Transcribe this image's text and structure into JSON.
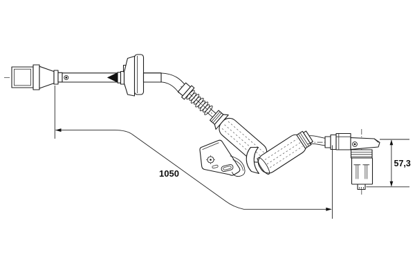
{
  "page": {
    "background_color": "#ffffff",
    "line_color": "#1c1c1c",
    "kind": "technical line drawing of ABS wheel-speed sensor cable assembly"
  },
  "labels": {
    "dim_cable_length": "1050",
    "dim_sensor_height": "57,3"
  },
  "components": {
    "connector": "electrical-connector-plug",
    "grommet": "firewall-grommet",
    "clamp": "cable-clamp-wedge",
    "corrugated_tube": "corrugated-protective-tube",
    "sleeve_upper": "protective-sleeve-upper",
    "sleeve_lower": "protective-sleeve-lower",
    "bracket": "mounting-bracket",
    "sensor": "abs-sensor-head"
  }
}
